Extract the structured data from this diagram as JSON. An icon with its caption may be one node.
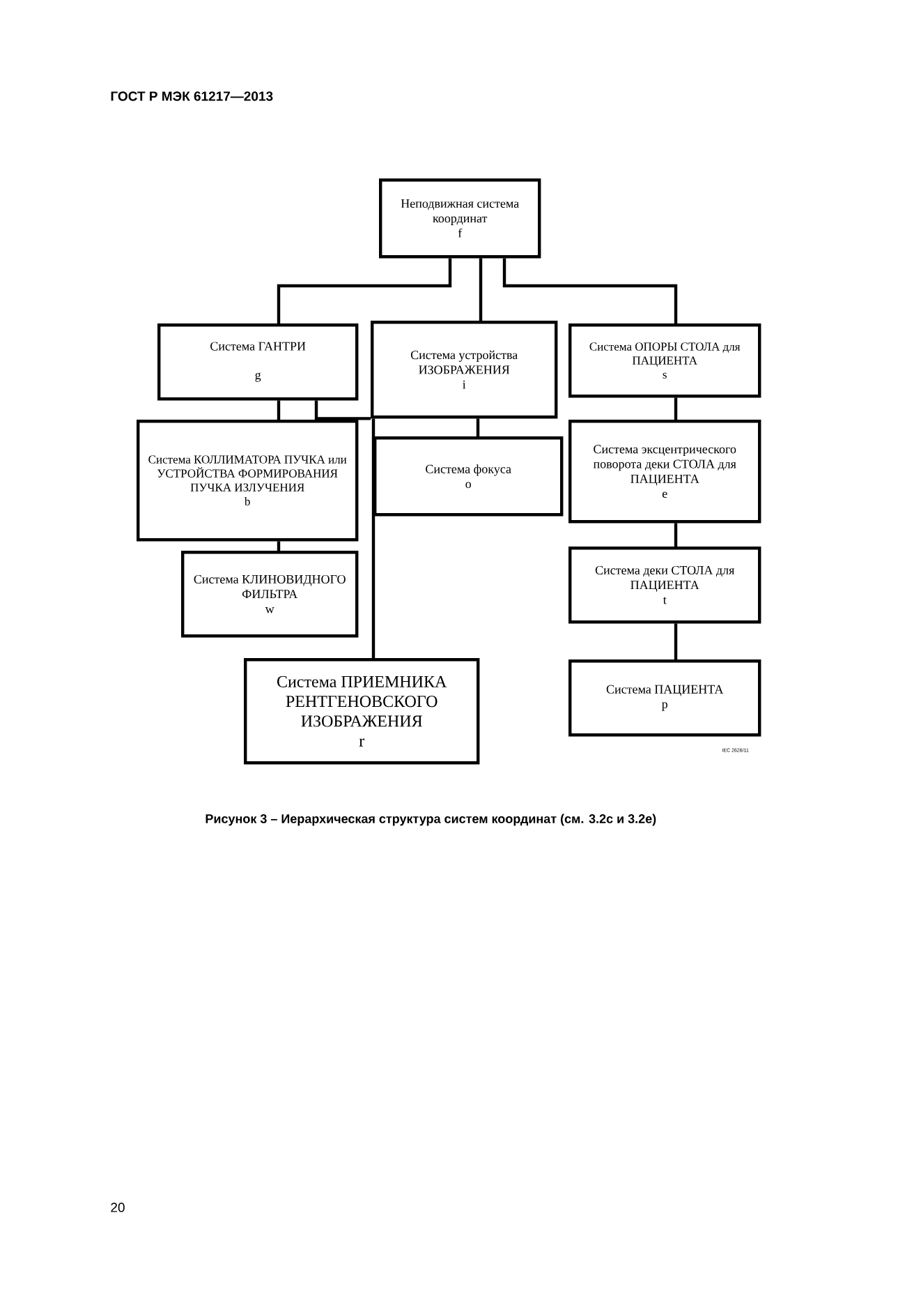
{
  "diagram": {
    "caption": "Рисунок 3 – Иерархическая структура систем координат (см. 3.2с и 3.2е)",
    "nodes": [
      {
        "text": [
          "Неподвижная система координат",
          "f"
        ]
      },
      {
        "text": [
          "Система ГАНТРИ",
          "g"
        ]
      },
      {
        "text": [
          "Система устройства ИЗОБРАЖЕНИЯ",
          "i"
        ]
      },
      {
        "text": [
          "Система ОПОРЫ СТОЛА для ПАЦИЕНТА",
          "s"
        ]
      },
      {
        "text": [
          "Система КОЛЛИМАТОРА ПУЧКА или УСТРОЙСТВА ФОРМИРОВАНИЯ ПУЧКА ИЗЛУЧЕНИЯ",
          "b"
        ]
      },
      {
        "text": [
          "Система фокуса",
          "o"
        ]
      },
      {
        "text": [
          "Система эксцентрического поворота деки СТОЛА для ПАЦИЕНТА",
          "e"
        ]
      },
      {
        "text": [
          "Система КЛИНОВИДНОГО ФИЛЬТРА",
          "w"
        ]
      },
      {
        "text": [
          "Система деки СТОЛА для ПАЦИЕНТА",
          "t"
        ]
      },
      {
        "text": [
          "Система ПРИЕМНИКА РЕНТГЕНОВСКОГО ИЗОБРАЖЕНИЯ",
          "r"
        ]
      },
      {
        "text": [
          "Система ПАЦИЕНТА",
          "p"
        ]
      }
    ],
    "edges": [
      {
        "from": 0,
        "to": 1,
        "arrow": "none"
      },
      {
        "from": 0,
        "to": 2,
        "arrow": "none"
      },
      {
        "from": 0,
        "to": 3,
        "arrow": "none"
      },
      {
        "from": 1,
        "to": 4,
        "arrow": "none"
      },
      {
        "from": 1,
        "to": 2,
        "arrow": "none"
      },
      {
        "from": 4,
        "to": 7,
        "arrow": "none"
      },
      {
        "from": 2,
        "to": 5,
        "arrow": "none"
      },
      {
        "from": 2,
        "to": 9,
        "arrow": "none"
      },
      {
        "from": 3,
        "to": 6,
        "arrow": "none"
      },
      {
        "from": 6,
        "to": 8,
        "arrow": "none"
      },
      {
        "from": 8,
        "to": 10,
        "arrow": "none"
      }
    ],
    "labels": [
      "ГОСТ Р МЭК 61217—2013",
      "IEC 2626/11",
      "20"
    ]
  }
}
